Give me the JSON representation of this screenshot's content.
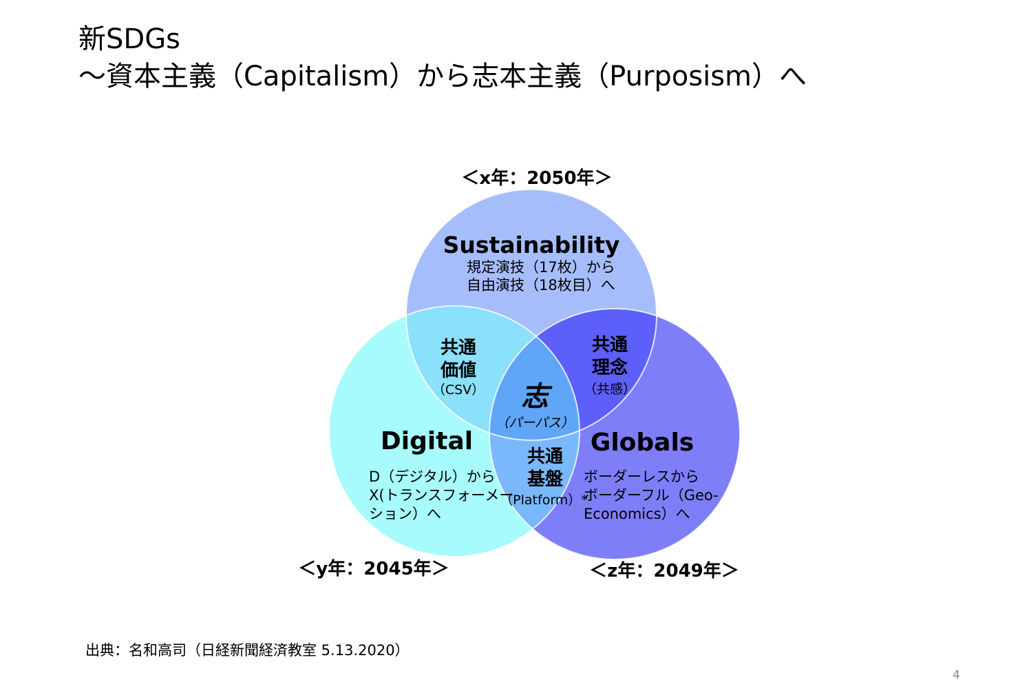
{
  "title": {
    "line1": "新SDGs",
    "line2": "～資本主義（Capitalism）から志本主義（Purposism）へ"
  },
  "diagram": {
    "top_label": "＜x年：2050年＞",
    "left_label": "＜y年：2045年＞",
    "right_label": "＜z年：2049年＞",
    "sustainability": {
      "title": "Sustainability",
      "line1": "規定演技（17枚）から",
      "line2": "自由演技（18枚目）へ",
      "color": "#a6bdfb"
    },
    "digital": {
      "title": "Digital",
      "line1": "D（デジタル）から",
      "line2": "X(トランスフォーメー",
      "line3": "ション）へ",
      "color": "#a7fbfd"
    },
    "globals": {
      "title": "Globals",
      "line1": "ボーダーレスから",
      "line2": "ボーダーフル（Geo-",
      "line3": "Economics）へ",
      "color": "#7e7ef8"
    },
    "csv": {
      "line1": "共通",
      "line2": "価値",
      "sub": "（CSV）"
    },
    "empathy": {
      "line1": "共通",
      "line2": "理念",
      "sub": "（共感）"
    },
    "platform": {
      "line1": "共通",
      "line2": "基盤",
      "sub": "（Platform）*"
    },
    "center": {
      "main": "志",
      "sub": "（パーパス）"
    }
  },
  "source": "出典：名和高司（日経新聞経済教室 5.13.2020）",
  "page_number": "4"
}
